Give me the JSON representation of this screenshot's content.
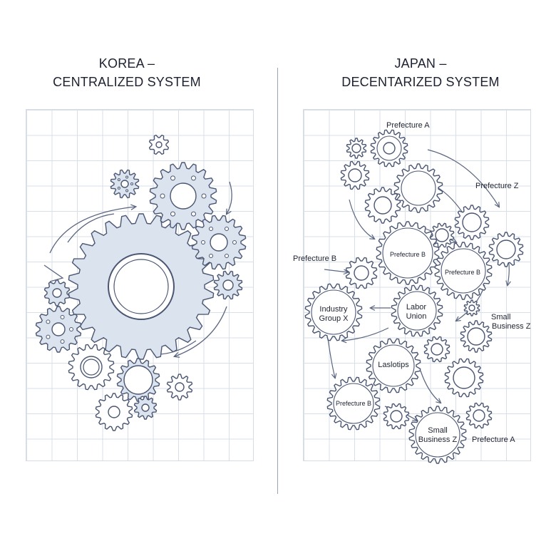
{
  "left_panel": {
    "title_line1": "KOREA –",
    "title_line2": "CENTRALIZED SYSTEM"
  },
  "right_panel": {
    "title_line1": "JAPAN –",
    "title_line2": "DECENTARIZED SYSTEM",
    "labels": {
      "prefecture_a_top": "Prefecture A",
      "prefecture_z": "Prefecture Z",
      "prefecture_b_outer": "Prefecture B",
      "prefecture_b_gear1": "Prefecture B",
      "prefecture_b_gear2": "Prefecture B",
      "industry_group_line1": "Industry",
      "industry_group_line2": "Group X",
      "labor_union_line1": "Labor",
      "labor_union_line2": "Union",
      "small_business_right_line1": "Small",
      "small_business_right_line2": "Business Z",
      "laslotips": "Laslotips",
      "prefecture_b_bottom": "Prefecture B",
      "small_business_bottom_line1": "Small",
      "small_business_bottom_line2": "Business Z",
      "prefecture_a_bottom": "Prefecture A"
    }
  },
  "colors": {
    "gear_fill": "#dbe3ef",
    "gear_stroke": "#4a5672",
    "line": "#5a6680"
  }
}
